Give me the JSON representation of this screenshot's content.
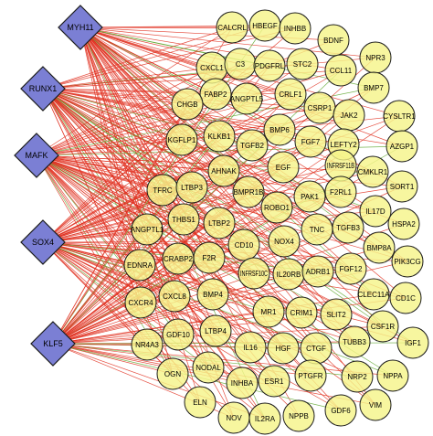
{
  "colors": {
    "tf_fill": "#7b7fd4",
    "target_fill": "#f5f48a",
    "node_stroke": "#1a1a1a",
    "edge_red": "#e03020",
    "edge_green": "#5fa830"
  },
  "transcription_factors": [
    "MYH11",
    "RUNX1",
    "MAFK",
    "SOX4",
    "KLF5"
  ],
  "target_genes": [
    "CALCRL",
    "HBEGF",
    "INHBB",
    "BDNF",
    "CXCL1",
    "C3",
    "PDGFRL",
    "STC2",
    "CCL11",
    "NPR3",
    "FABP2",
    "ANGPTL5",
    "CRLF1",
    "BMP7",
    "CHGB",
    "CSRP1",
    "JAK2",
    "CYSLTR1",
    "KGFLP1",
    "KLKB1",
    "TGFB2",
    "BMP6",
    "FGF7",
    "LEFTY2",
    "AZGP1",
    "AHNAK",
    "EGF",
    "INFRSF11B",
    "CMKLR1",
    "TFRC",
    "LTBP3",
    "BMPR1B",
    "PAK1",
    "F2RL1",
    "SORT1",
    "THBS1",
    "ROBO1",
    "IL17D",
    "ANGPTL1",
    "LTBP2",
    "NOX4",
    "TNC",
    "TGFB3",
    "HSPA2",
    "EDNRA",
    "CRABP2",
    "F2R",
    "CD10",
    "BMP8A",
    "PIK3CG",
    "INFRSF10C",
    "IL20RB",
    "ADRB1",
    "FGF12",
    "CXCL8",
    "BMP4",
    "CLEC11A",
    "CD1C",
    "CXCR4",
    "MR1",
    "CRIM1",
    "SLIT2",
    "GDF10",
    "LTBP4",
    "CSF1R",
    "NR4A3",
    "IL16",
    "HGF",
    "CTGF",
    "TUBB3",
    "IGF1",
    "OGN",
    "NODAL",
    "PTGFR",
    "NRP2",
    "NPPA",
    "INHBA",
    "ESR1",
    "GDF6",
    "ELN",
    "NOV",
    "IL2RA",
    "NPPB",
    "VIM"
  ]
}
